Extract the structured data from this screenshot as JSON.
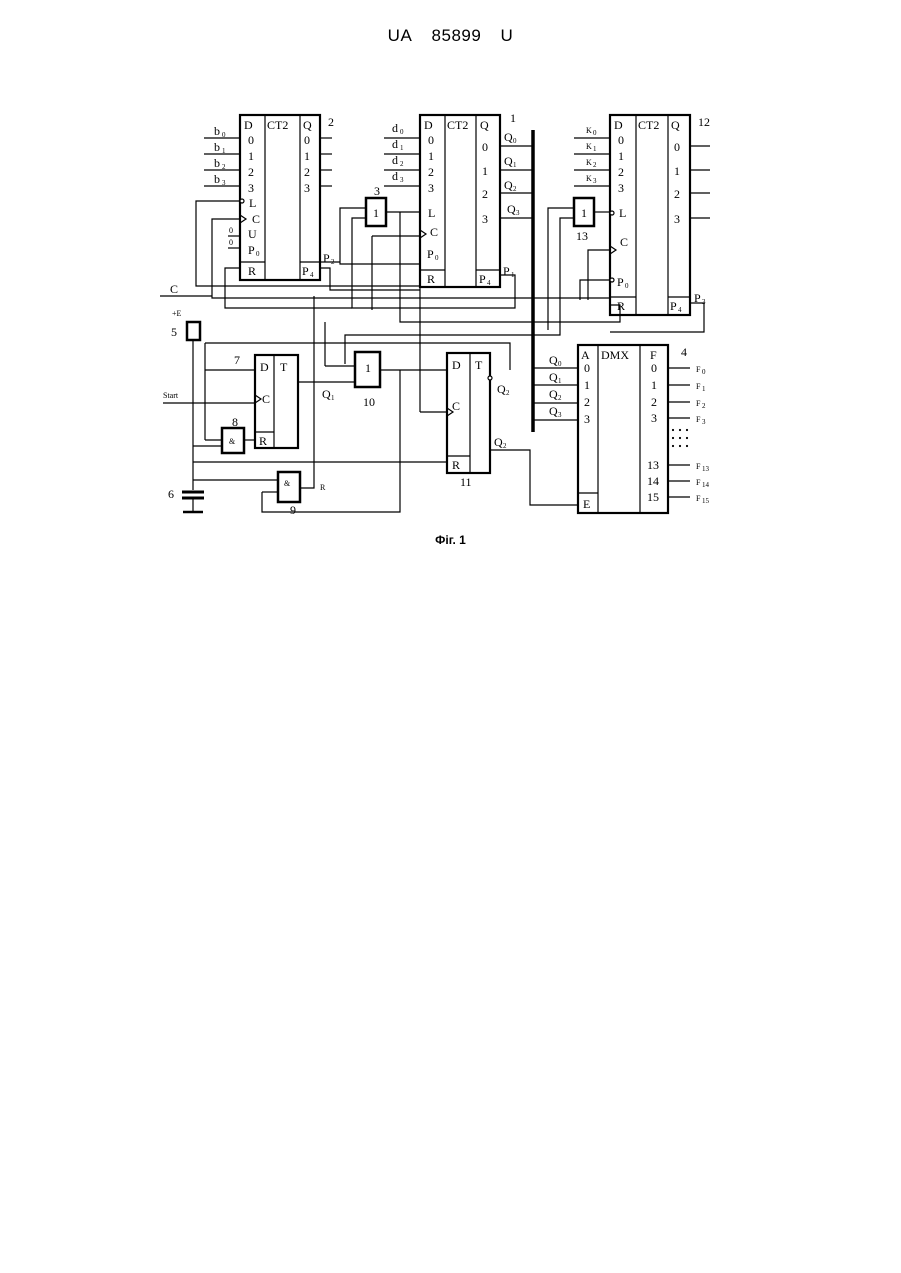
{
  "header": {
    "left": "UA",
    "number": "85899",
    "suffix": "U"
  },
  "caption": "Фіг. 1",
  "numbers": {
    "ct_b": "2",
    "ct_d": "1",
    "ct_k": "12",
    "dmx": "4",
    "or_top": "3",
    "or_right": "13",
    "res": "5",
    "cap": "6",
    "tt7": "7",
    "and8": "8",
    "and9": "9",
    "or10": "10",
    "tt11": "11"
  },
  "counter_labels": {
    "d": "D",
    "ct2": "CT2",
    "q": "Q",
    "d0": "0",
    "d1": "1",
    "d2": "2",
    "d3": "3",
    "l": "L",
    "c": "C",
    "u": "U",
    "p0": "P",
    "r": "R",
    "p4": "P"
  },
  "b_inputs": [
    "b",
    "b",
    "b",
    "b"
  ],
  "d_inputs": [
    "d",
    "d",
    "d",
    "d"
  ],
  "k_inputs": [
    "K",
    "K",
    "K",
    "K"
  ],
  "subs": [
    "0",
    "1",
    "2",
    "3"
  ],
  "q_bus": [
    "Q",
    "Q",
    "Q",
    "Q"
  ],
  "signals": {
    "c": "C",
    "start": "Start",
    "plus_e": "+E",
    "p2": "P",
    "p2_sub": "2",
    "p1": "P",
    "p1_sub": "1",
    "p3": "P",
    "p3_sub": "3",
    "q1": "Q",
    "q1_sub": "1",
    "q2bar": "Q",
    "q2bar_sub": "2",
    "q2": "Q",
    "q2_sub": "2",
    "r_bar": "R",
    "zero1": "0",
    "zero2": "0",
    "p_sub0": "0",
    "p_sub4": "4"
  },
  "gates": {
    "or": "1",
    "and": "&"
  },
  "trigger_labels": {
    "d": "D",
    "t": "T",
    "c": "C",
    "r": "R"
  },
  "dmx_labels": {
    "a": "A",
    "title": "DMX",
    "f": "F",
    "e": "E",
    "ain": [
      "0",
      "1",
      "2",
      "3"
    ],
    "fout": [
      "0",
      "1",
      "2",
      "3",
      "13",
      "14",
      "15"
    ],
    "fnames": [
      "F",
      "F",
      "F",
      "F",
      "F",
      "F",
      "F"
    ],
    "fsubs": [
      "0",
      "1",
      "2",
      "3",
      "13",
      "14",
      "15"
    ]
  }
}
